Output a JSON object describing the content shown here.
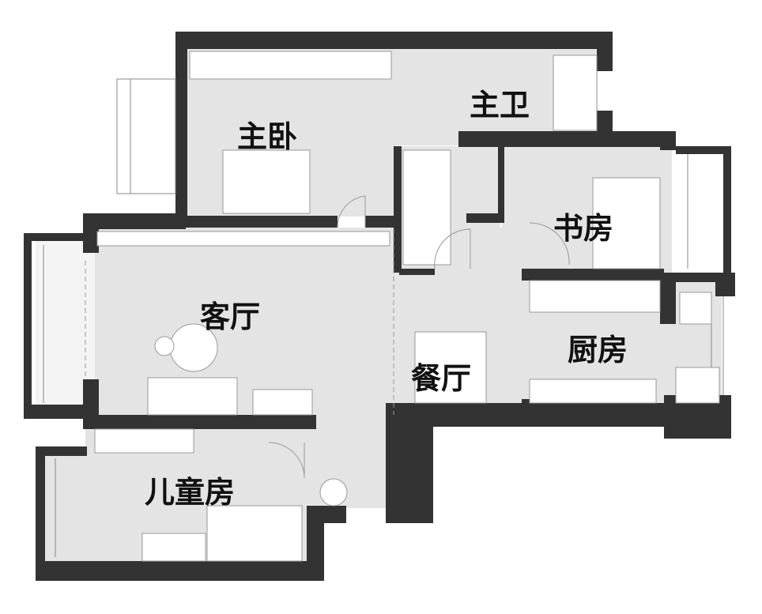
{
  "colors": {
    "wall": "#333333",
    "floor": "#e4e4e4",
    "balcony": "#ffffff",
    "line": "#888888"
  },
  "rooms": [
    {
      "id": "master-bedroom",
      "label": "主卧"
    },
    {
      "id": "master-bath",
      "label": "主卫"
    },
    {
      "id": "study",
      "label": "书房"
    },
    {
      "id": "living-room",
      "label": "客厅"
    },
    {
      "id": "kitchen",
      "label": "厨房"
    },
    {
      "id": "dining-room",
      "label": "餐厅"
    },
    {
      "id": "kids-room",
      "label": "儿童房"
    }
  ]
}
